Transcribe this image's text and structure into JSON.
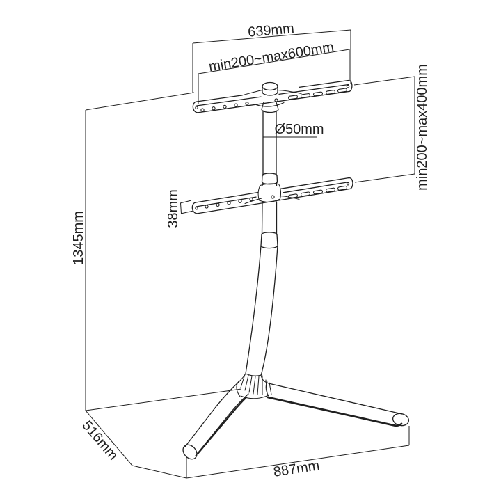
{
  "figure": {
    "kind": "technical-line-drawing",
    "subject": "TV floor stand (studio easel style) with two VESA bracket arms, center pole and V-shaped leg base, fully dimensioned",
    "background_color": "#ffffff",
    "line_color": "#1f1f1f"
  },
  "labels": {
    "overall_width": "639mm",
    "vesa_width_range": "min200~max600mm",
    "pole_diameter": "Ø50mm",
    "vesa_height_range": "min200~max400mm",
    "overall_height": "1345mm",
    "bracket_thickness": "38mm",
    "base_depth": "516mm",
    "base_width": "887mm"
  }
}
